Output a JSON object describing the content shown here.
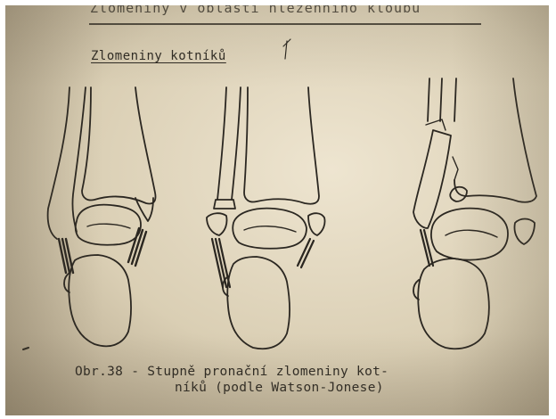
{
  "page": {
    "header_text": "Zlomeniny v oblasti hlezenního kloubu",
    "subtitle": "Zlomeniny kotníků",
    "caption": {
      "line1": "Obr.38 - Stupně pronační zlomeniny kot-",
      "line2": "níků (podle Watson-Jonese)"
    },
    "figures": [
      {
        "id": "stage-1"
      },
      {
        "id": "stage-2"
      },
      {
        "id": "stage-3"
      }
    ]
  }
}
